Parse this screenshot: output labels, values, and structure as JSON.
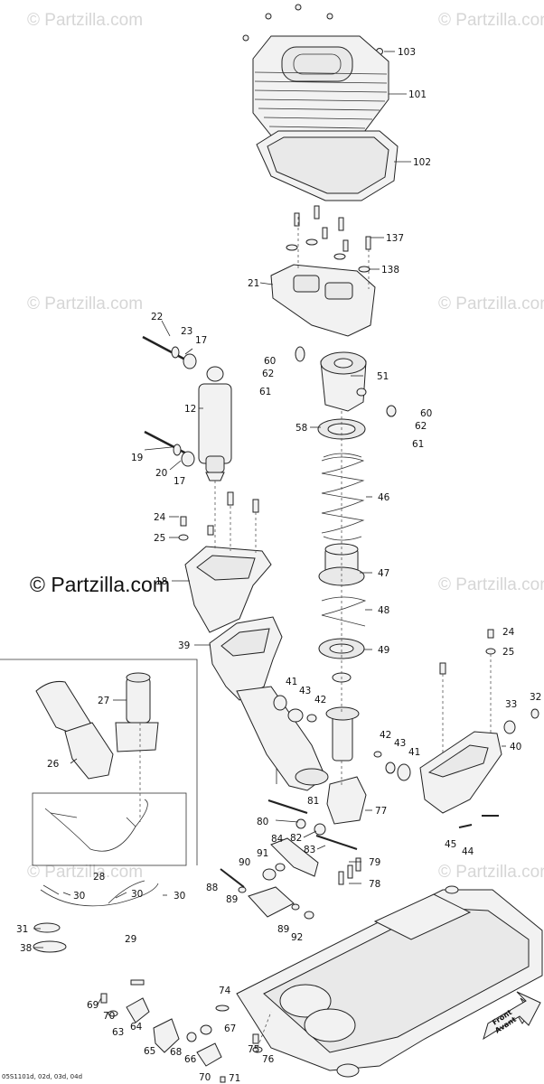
{
  "watermark": "© Partzilla.com",
  "brand": "© Partzilla.com",
  "footer": "05S1101d, 02d, 03d, 04d",
  "front_label": {
    "line1": "Front",
    "line2": "Avant"
  },
  "callouts": [
    "103",
    "101",
    "102",
    "137",
    "138",
    "21",
    "22",
    "23",
    "17",
    "12",
    "19",
    "20",
    "17",
    "60",
    "62",
    "61",
    "51",
    "60",
    "62",
    "61",
    "58",
    "46",
    "47",
    "48",
    "49",
    "24",
    "25",
    "18",
    "39",
    "24",
    "25",
    "33",
    "32",
    "40",
    "27",
    "26",
    "41",
    "43",
    "42",
    "42",
    "43",
    "41",
    "45",
    "44",
    "28",
    "81",
    "80",
    "77",
    "82",
    "83",
    "84",
    "91",
    "90",
    "79",
    "78",
    "88",
    "89",
    "89",
    "92",
    "30",
    "30",
    "30",
    "31",
    "29",
    "38",
    "74",
    "69",
    "70",
    "63",
    "64",
    "65",
    "66",
    "67",
    "68",
    "75",
    "76",
    "70",
    "71"
  ]
}
